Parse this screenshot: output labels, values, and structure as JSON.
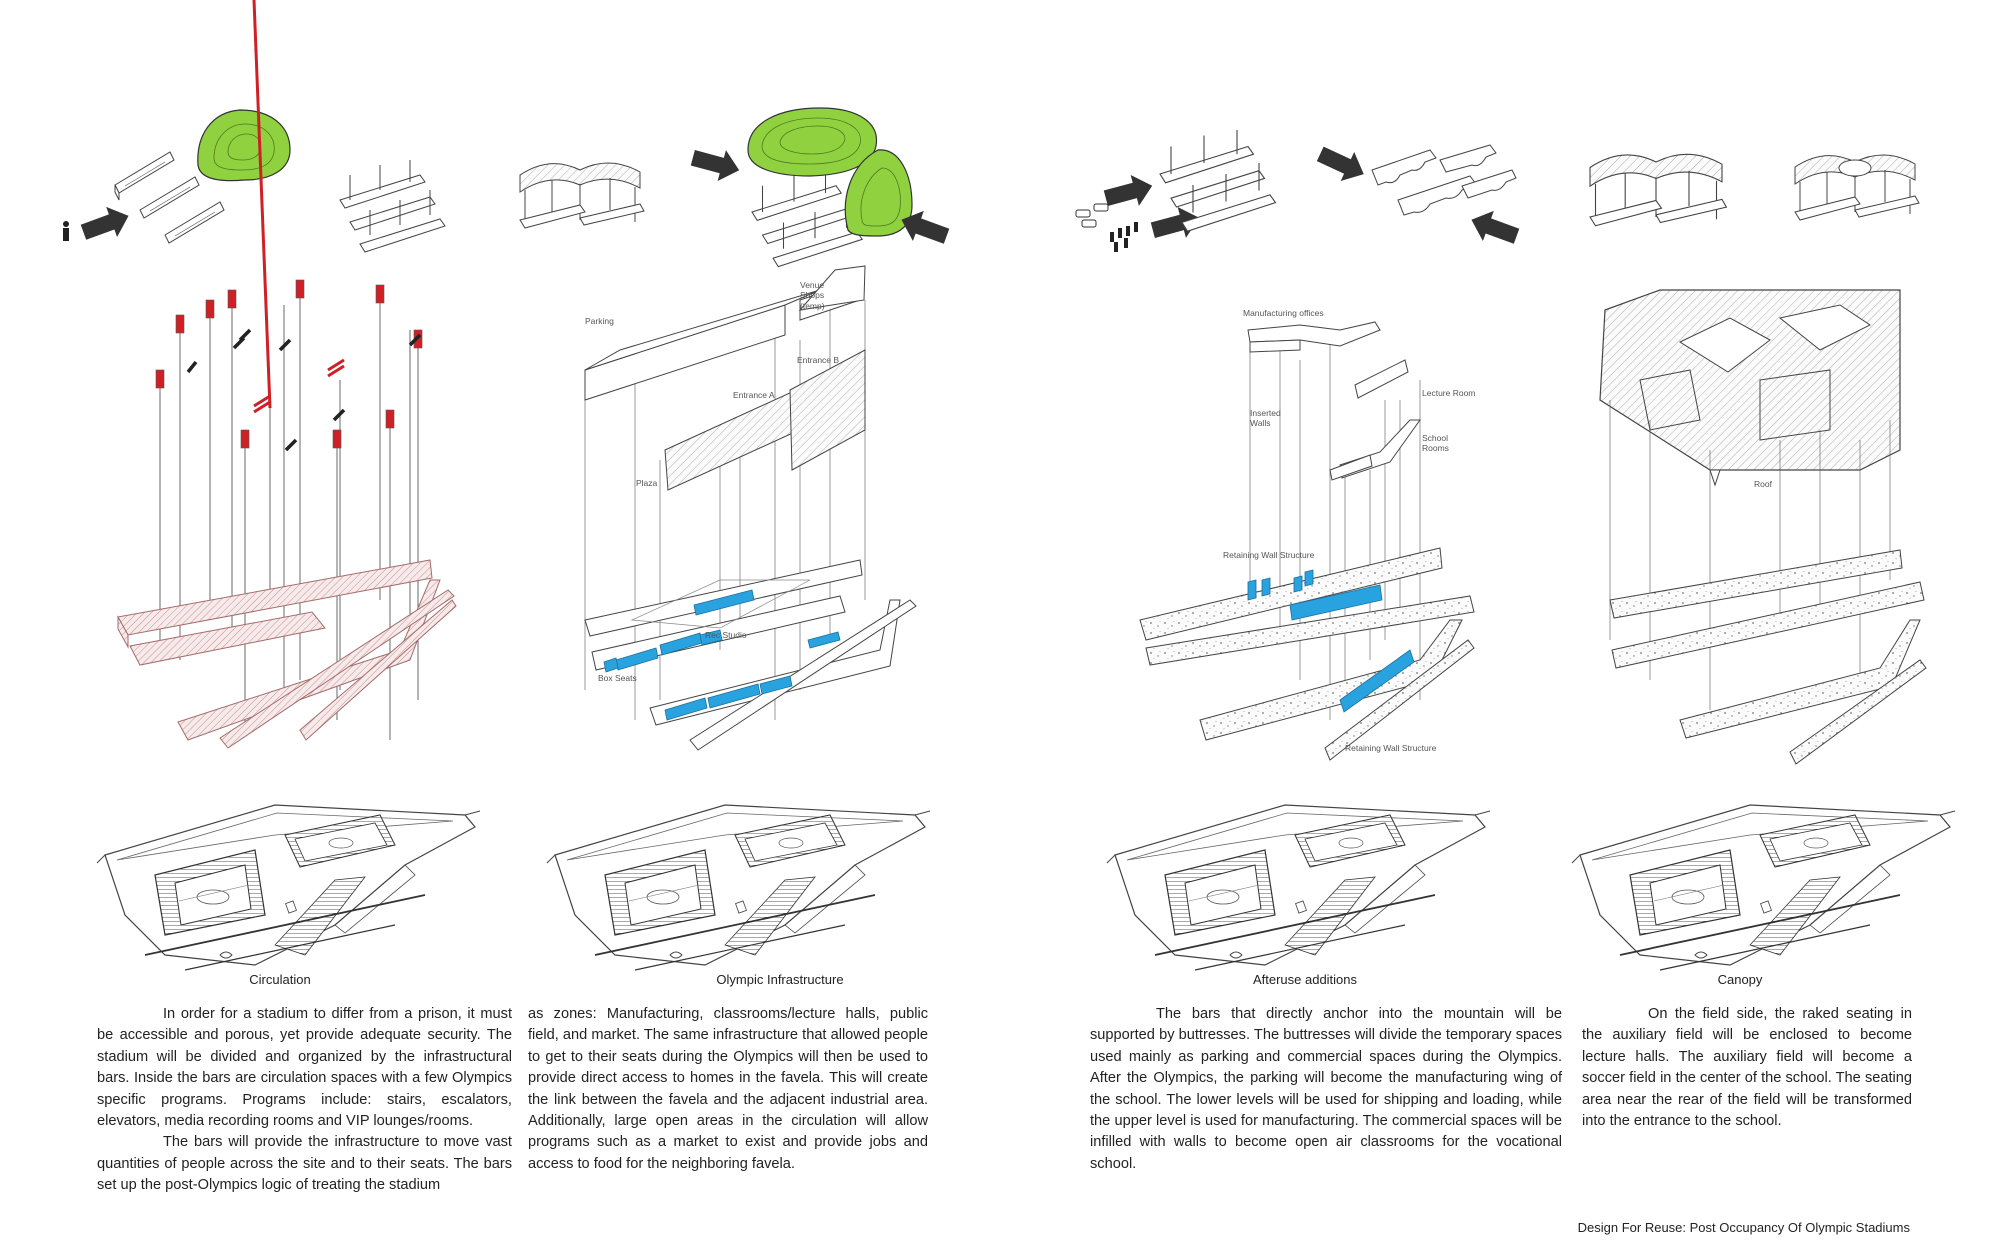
{
  "colors": {
    "mountain_green": "#8fd13f",
    "program_blue": "#29a3df",
    "circulation_red": "#cf2026",
    "bar_pink": "#c88f8f",
    "arrow_dark": "#333333",
    "line": "#6b6b6b"
  },
  "icons": [
    "person-icon",
    "arrow-icon",
    "car-icon",
    "people-icon"
  ],
  "labels": {
    "parking": "Parking",
    "plaza": "Plaza",
    "entrance_a": "Entrance A",
    "entrance_b": "Entrance B",
    "venue_shops_1": "Venue",
    "venue_shops_2": "Shops",
    "venue_shops_3": "(temp)",
    "rec_studio": "Rec Studio",
    "box_seats": "Box Seats",
    "manufacturing_offices": "Manufacturing offices",
    "lecture_room": "Lecture Room",
    "inserted_walls_1": "Inserted",
    "inserted_walls_2": "Walls",
    "school_rooms_1": "School",
    "school_rooms_2": "Rooms",
    "retaining_wall_top": "Retaining Wall Structure",
    "retaining_wall_bottom": "Retaining Wall Structure",
    "roof": "Roof"
  },
  "captions": {
    "circulation": "Circulation",
    "olympic": "Olympic Infrastructure",
    "afteruse": "Afteruse additions",
    "canopy": "Canopy"
  },
  "text": {
    "col1_p1": "In order for a stadium to differ from a prison, it must be accessible and porous, yet provide adequate security. The stadium will be divided and organized by the infrastructural bars. Inside the bars are circulation spaces with a few Olympics specific programs. Programs include: stairs, escalators, elevators, media recording rooms and VIP lounges/rooms.",
    "col1_p2": "The bars will provide the infrastructure to move vast quantities of people across the site and to their seats. The bars set up the post-Olympics logic of treating the stadium",
    "col2_p1": "as zones: Manufacturing, classrooms/lecture halls, public field, and market. The same infrastructure that allowed people to get to their seats during the Olympics will then be used to provide direct access to homes in the favela. This will create the link between the favela and the adjacent industrial area. Additionally, large open areas in the circulation will allow programs such as a market to exist and provide jobs and access to food for the neighboring favela.",
    "col3_p1": "The bars that directly anchor into the mountain will be supported by buttresses. The buttresses will divide the temporary spaces used mainly as parking and commercial spaces during the Olympics. After the Olympics, the parking will become the manufacturing wing of the school. The lower levels will be used for shipping and loading, while the upper level is used for manufacturing. The commercial spaces will be infilled with walls to become open air classrooms for the vocational school.",
    "col4_p1": "On the field side, the raked seating in the auxiliary field will be enclosed to become lecture halls. The auxiliary field will become a soccer field in the center of the school. The seating area near the rear of the field will be transformed into the entrance to the school."
  },
  "footer": "Design For Reuse: Post Occupancy Of Olympic Stadiums"
}
